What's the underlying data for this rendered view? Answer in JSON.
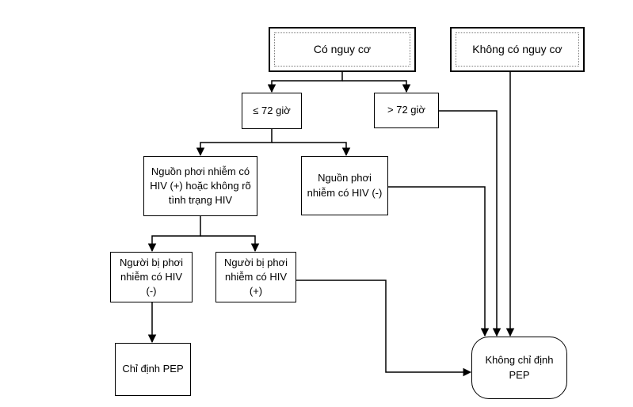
{
  "nodes": {
    "risk": "Có nguy cơ",
    "no_risk": "Không có nguy cơ",
    "within_72h": "≤ 72 giờ",
    "over_72h": "> 72 giờ",
    "source_pos_unknown": "Nguồn phơi nhiễm có HIV (+) hoặc không rõ tình trạng HIV",
    "source_neg": "Nguồn phơi nhiễm có HIV (-)",
    "exposed_neg": "Người bị phơi nhiễm có HIV (-)",
    "exposed_pos": "Người bị phơi nhiễm có HIV (+)",
    "pep": "Chỉ định PEP",
    "no_pep": "Không chỉ định PEP"
  },
  "colors": {
    "line": "#000000",
    "inner_border": "#7a7a7a"
  }
}
